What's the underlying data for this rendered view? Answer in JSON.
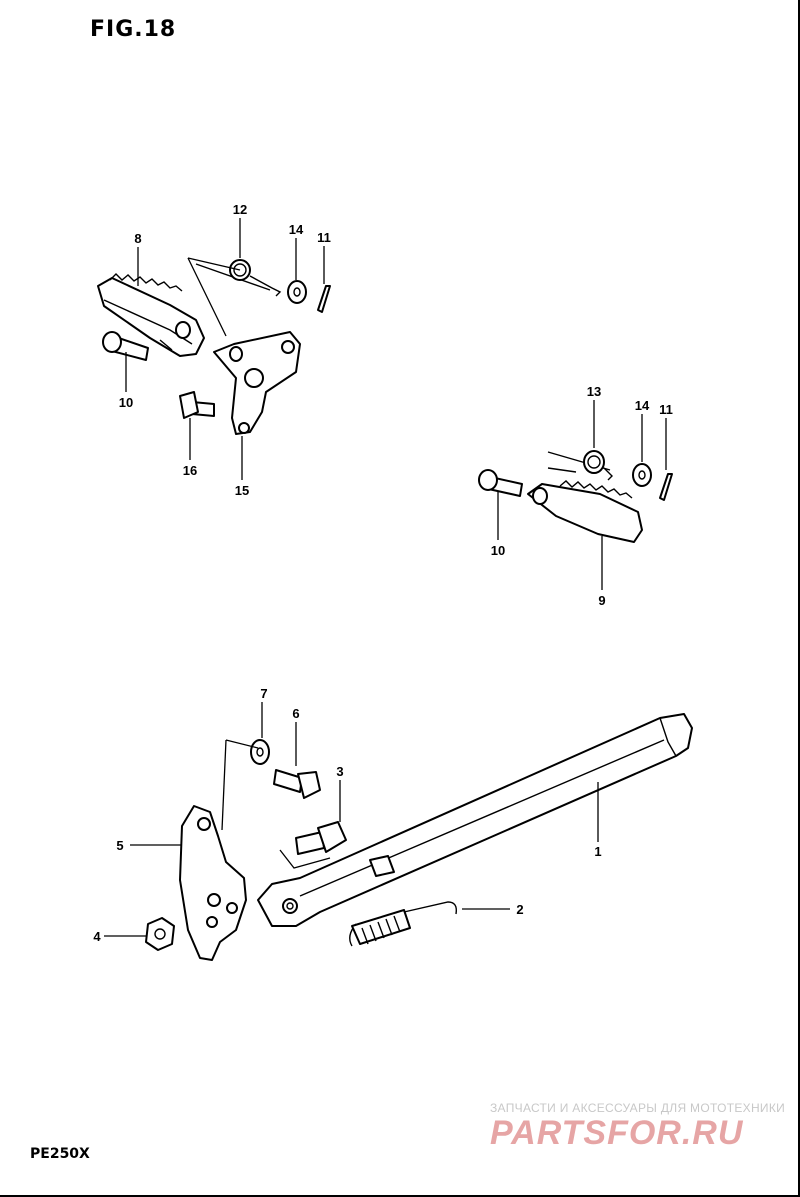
{
  "title": "FIG.18",
  "model": "PE250X",
  "watermark": {
    "tagline": "ЗАПЧАСТИ И АКСЕССУАРЫ ДЛЯ МОТОТЕХНИКИ",
    "logo_text": "PARTSFOR.RU",
    "color": "#e0a0a0"
  },
  "callouts": [
    "1",
    "2",
    "3",
    "4",
    "5",
    "6",
    "7",
    "8",
    "9",
    "10",
    "10",
    "11",
    "11",
    "12",
    "13",
    "14",
    "14",
    "15",
    "16"
  ]
}
